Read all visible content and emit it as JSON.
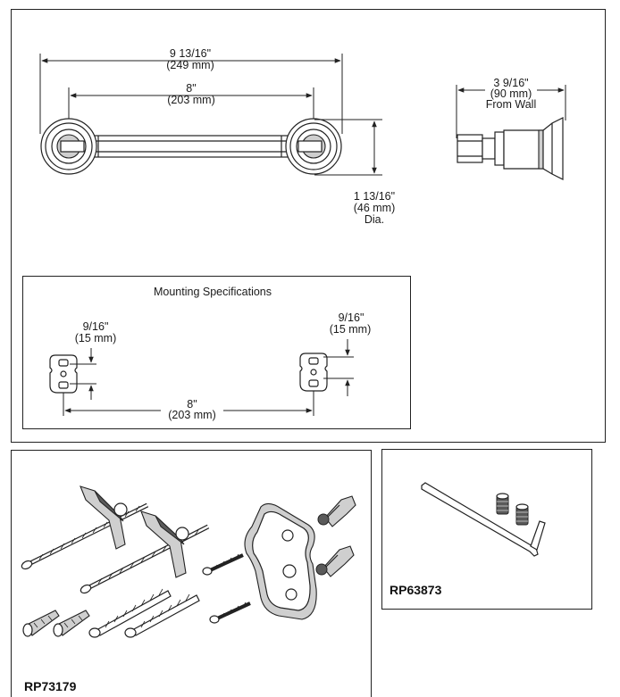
{
  "dimensions": {
    "overall_width": {
      "fraction": "9 13/16\"",
      "metric": "(249 mm)"
    },
    "center_to_center": {
      "fraction": "8\"",
      "metric": "(203 mm)"
    },
    "projection": {
      "fraction": "3 9/16\"",
      "metric": "(90 mm)",
      "note": "From Wall"
    },
    "flange_diameter": {
      "fraction": "1 13/16\"",
      "metric": "(46 mm)",
      "note": "Dia."
    }
  },
  "mounting": {
    "title": "Mounting Specifications",
    "left_offset": {
      "fraction": "9/16\"",
      "metric": "(15 mm)"
    },
    "right_offset": {
      "fraction": "9/16\"",
      "metric": "(15 mm)"
    },
    "spacing": {
      "fraction": "8\"",
      "metric": "(203 mm)"
    }
  },
  "parts": {
    "hardware_kit": "RP73179",
    "hex_key_kit": "RP63873"
  }
}
